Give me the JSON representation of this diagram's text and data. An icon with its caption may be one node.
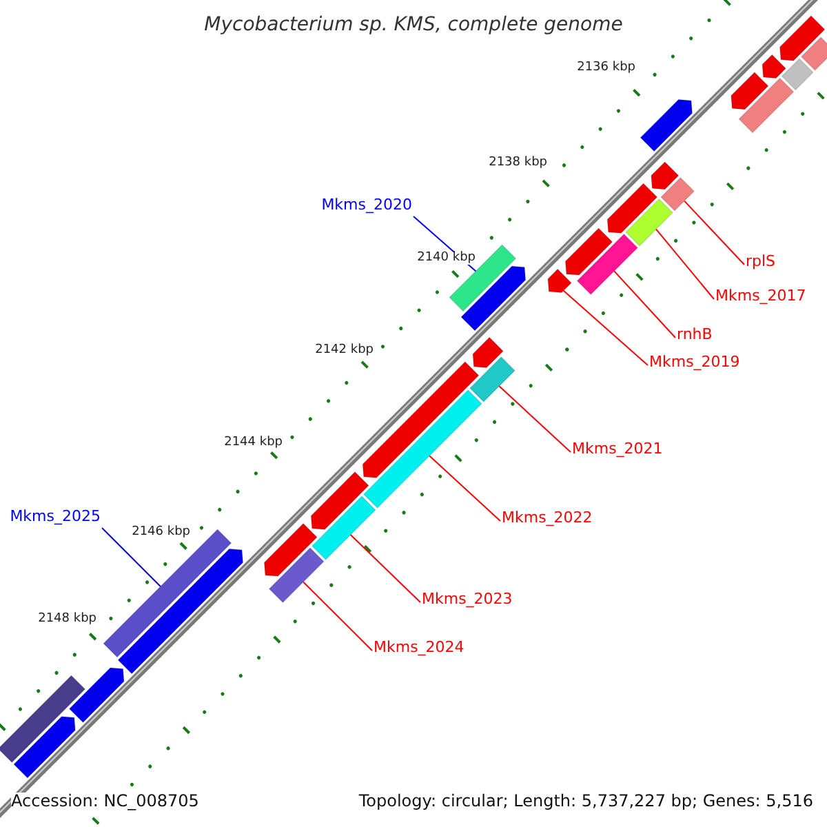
{
  "diagram": {
    "title": "Mycobacterium sp. KMS, complete genome",
    "nodes": [
      {
        "text": [
          "Mkms_2020"
        ]
      },
      {
        "text": [],
        "shape": "bar"
      },
      {
        "text": [
          "rplS"
        ]
      },
      {
        "text": [],
        "shape": "bar"
      },
      {
        "text": [
          "Mkms_2017"
        ]
      },
      {
        "text": [],
        "shape": "bar"
      },
      {
        "text": [
          "rnhB"
        ]
      },
      {
        "text": [],
        "shape": "bar"
      },
      {
        "text": [
          "Mkms_2019"
        ]
      },
      {
        "text": [],
        "shape": "pentagon"
      },
      {
        "text": [
          "Mkms_2021"
        ]
      },
      {
        "text": [],
        "shape": "bar"
      },
      {
        "text": [
          "Mkms_2025"
        ]
      },
      {
        "text": [],
        "shape": "bar"
      },
      {
        "text": [
          "Mkms_2022"
        ]
      },
      {
        "text": [],
        "shape": "bar"
      },
      {
        "text": [
          "Mkms_2023"
        ]
      },
      {
        "text": [],
        "shape": "bar"
      },
      {
        "text": [
          "Mkms_2024"
        ]
      },
      {
        "text": [],
        "shape": "bar"
      },
      {
        "text": [],
        "shape": "bar"
      },
      {
        "text": [],
        "shape": "pentagon"
      },
      {
        "text": [],
        "shape": "bar"
      },
      {
        "text": [],
        "shape": "pentagon"
      },
      {
        "text": [],
        "shape": "pentagon"
      },
      {
        "text": [],
        "shape": "bar"
      },
      {
        "text": [],
        "shape": "pentagon"
      },
      {
        "text": [],
        "shape": "pentagon"
      },
      {
        "text": [],
        "shape": "pentagon"
      },
      {
        "text": [],
        "shape": "pentagon"
      },
      {
        "text": [],
        "shape": "pentagon"
      },
      {
        "text": [],
        "shape": "pentagon"
      },
      {
        "text": [],
        "shape": "pentagon"
      },
      {
        "text": [],
        "shape": "pentagon"
      },
      {
        "text": [],
        "shape": "pentagon"
      },
      {
        "text": [],
        "shape": "pentagon"
      },
      {
        "text": [],
        "shape": "pentagon"
      },
      {
        "text": [],
        "shape": "bar"
      },
      {
        "text": [],
        "shape": "pentagon"
      }
    ],
    "edges": [
      {
        "from": 0,
        "to": 1,
        "arrow": "none",
        "color": "#0000ff"
      },
      {
        "from": 2,
        "to": 3,
        "arrow": "none"
      },
      {
        "from": 4,
        "to": 5,
        "arrow": "none"
      },
      {
        "from": 6,
        "to": 7,
        "arrow": "none"
      },
      {
        "from": 8,
        "to": 9,
        "arrow": "none"
      },
      {
        "from": 10,
        "to": 11,
        "arrow": "none"
      },
      {
        "from": 12,
        "to": 13,
        "arrow": "none",
        "color": "#0000ff"
      },
      {
        "from": 14,
        "to": 15,
        "arrow": "none"
      },
      {
        "from": 16,
        "to": 17,
        "arrow": "none"
      },
      {
        "from": 18,
        "to": 19,
        "arrow": "none"
      }
    ],
    "labels": [
      "2136 kbp",
      "2138 kbp",
      "2140 kbp",
      "2142 kbp",
      "2144 kbp",
      "2146 kbp",
      "2148 kbp",
      "Accession: NC_008705",
      "Topology: circular; Length: 5,737,227 bp; Genes: 5,516"
    ]
  }
}
